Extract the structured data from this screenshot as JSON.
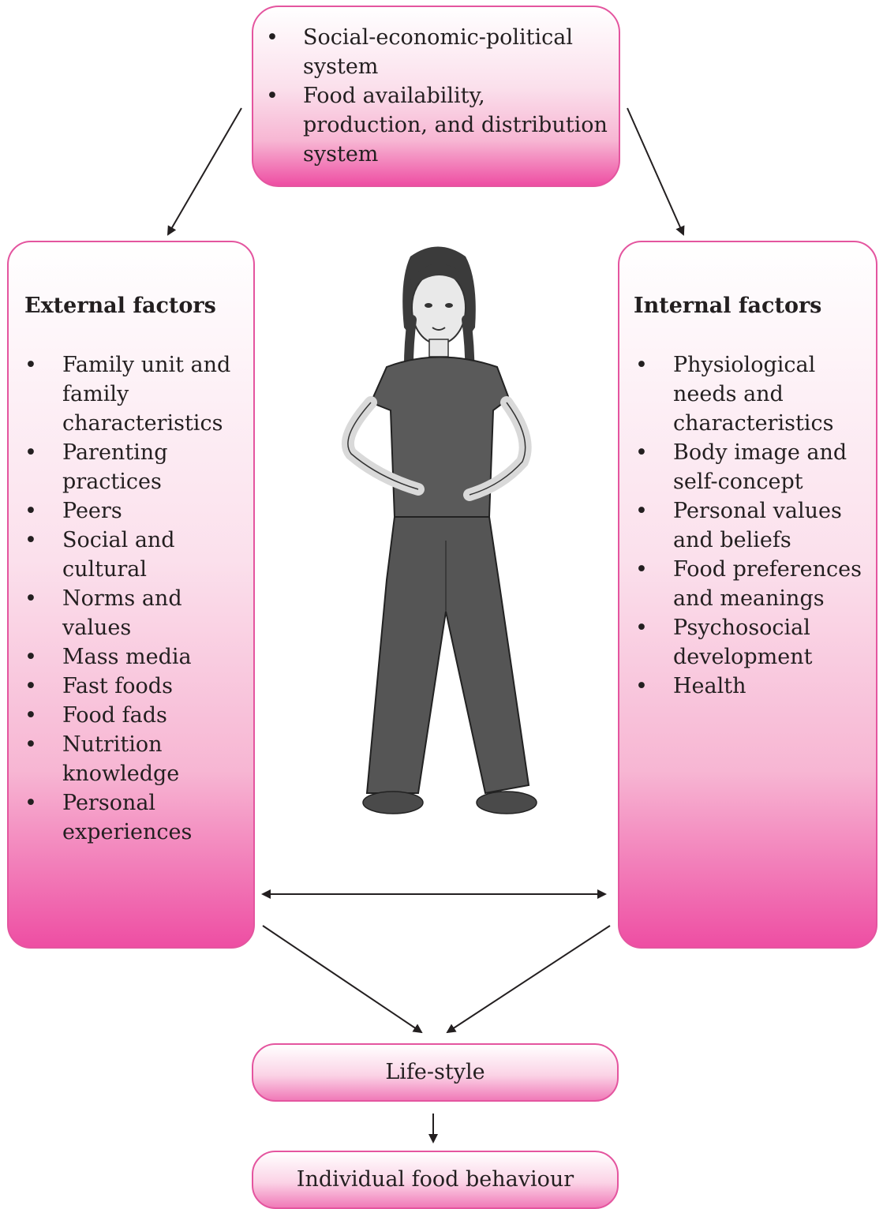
{
  "top_box": {
    "items": [
      "Social-economic-political system",
      "Food availability, production, and distribution system"
    ]
  },
  "external": {
    "heading": "External factors",
    "items": [
      "Family unit and family characteristics",
      "Parenting practices",
      "Peers",
      "Social and cultural",
      "Norms and values",
      "Mass media",
      "Fast foods",
      "Food fads",
      "Nutrition knowledge",
      "Personal experiences"
    ]
  },
  "internal": {
    "heading": "Internal factors",
    "items": [
      "Physiological needs and characteristics",
      "Body image and self-concept",
      "Personal values and beliefs",
      "Food preferences and meanings",
      "Psychosocial development",
      "Health"
    ]
  },
  "lifestyle": {
    "label": "Life-style"
  },
  "behaviour": {
    "label": "Individual food behaviour"
  },
  "colors": {
    "box_border": "#e4559f",
    "box_fill_bottom": "#ee4ea3",
    "arrow": "#231f20"
  }
}
